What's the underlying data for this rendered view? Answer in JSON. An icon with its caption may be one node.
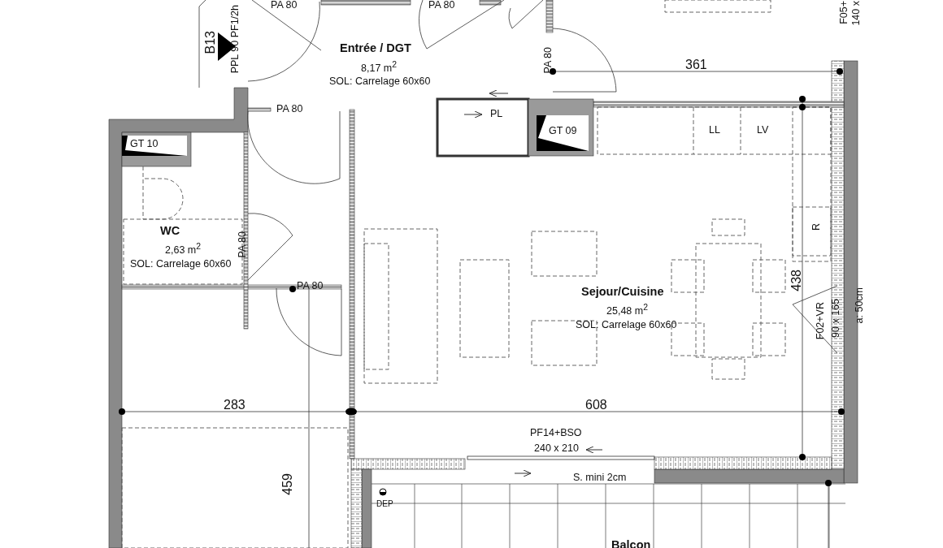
{
  "diagram": {
    "labels": [
      "PA 80",
      "PA 80",
      "F05+",
      "140 x",
      "B13",
      "PPL 90 PF1/2h",
      "Entrée / DGT",
      "8,17 m$^{2}$",
      "SOL: Carrelage 60x60",
      "PA 80",
      "361",
      "PA 80",
      "PL",
      "GT 10",
      "GT 09",
      "LL",
      "LV",
      "WC",
      "2,63 m$^{2}$",
      "SOL: Carrelage 60x60",
      "PA 80",
      "R",
      "PA 80",
      "Sejour/Cuisine",
      "25,48 m$^{2}$",
      "SOL: Carrelage 60x60",
      "438",
      "F02+VR",
      "90 x 165",
      "a: 50cm",
      "283",
      "608",
      "PF14+BSO",
      "240 x 210",
      "459",
      "S. mini 2cm",
      "DEP",
      "Balcon"
    ]
  }
}
